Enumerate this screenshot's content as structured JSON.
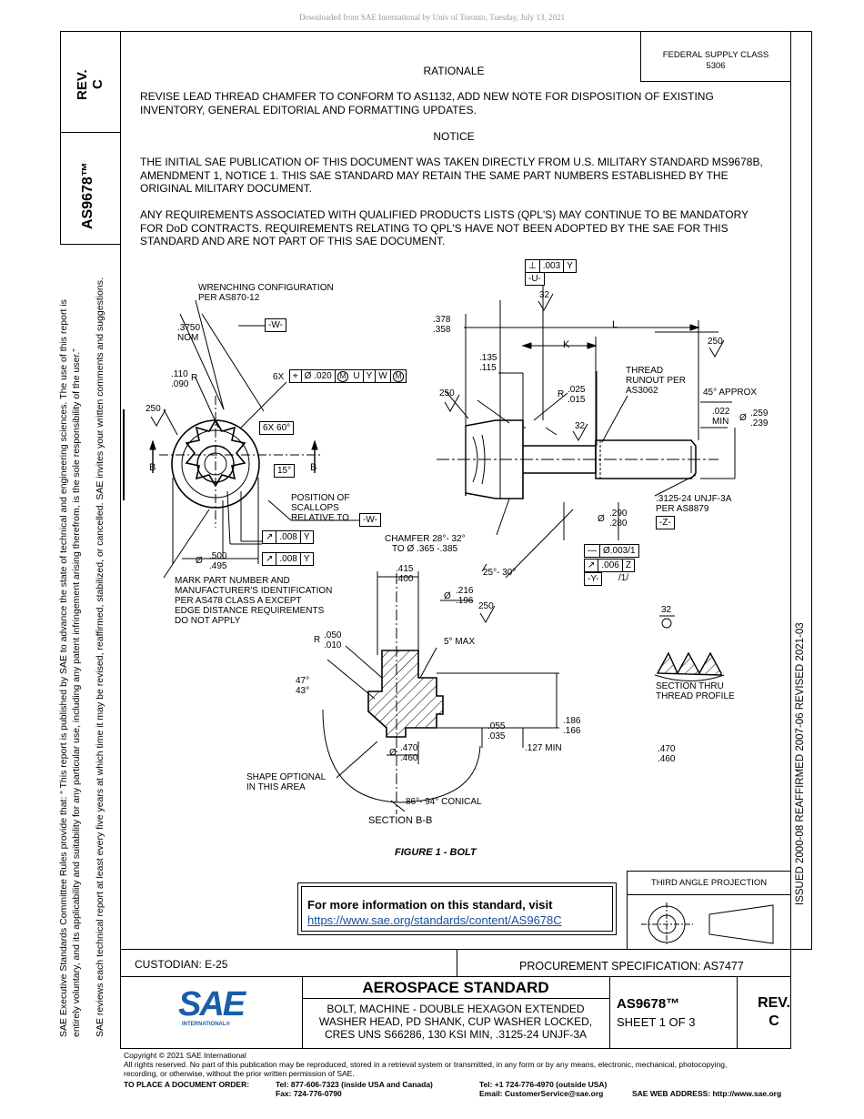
{
  "download_notice": "Downloaded from SAE International by Univ of Toronto, Tuesday, July 13, 2021",
  "side": {
    "rev_label": "REV.",
    "rev_value": "C",
    "doc_number": "AS9678™",
    "issue_dates": "ISSUED 2000-08     REAFFIRMED 2007-06     REVISED 2021-03",
    "policy_line1": "SAE Executive Standards Committee Rules provide that: “  This report is published by SAE to advance the state of technical and engineering sciences. The use of this report is",
    "policy_line2": "entirely voluntary, and its applicability and suitability for any particular use, including any patent infringement arising therefrom, is the sole responsibility of the user.”",
    "policy_line3": "SAE reviews each technical report at least every five years at which time it may be revised, reaffirmed, stabilized, or cancelled. SAE invites your written comments and suggestions."
  },
  "header": {
    "federal_supply_class": "FEDERAL SUPPLY CLASS",
    "fsc_number": "5306"
  },
  "body": {
    "rationale_title": "RATIONALE",
    "rationale_text": "REVISE LEAD THREAD CHAMFER TO CONFORM TO AS1132, ADD NEW NOTE FOR DISPOSITION OF EXISTING INVENTORY, GENERAL EDITORIAL AND FORMATTING UPDATES.",
    "notice_title": "NOTICE",
    "notice_text1": "THE INITIAL SAE PUBLICATION OF THIS DOCUMENT WAS TAKEN DIRECTLY FROM U.S. MILITARY STANDARD MS9678B, AMENDMENT 1, NOTICE 1. THIS SAE STANDARD MAY RETAIN THE SAME PART NUMBERS ESTABLISHED BY THE ORIGINAL MILITARY DOCUMENT.",
    "notice_text2": "ANY REQUIREMENTS ASSOCIATED WITH QUALIFIED PRODUCTS LISTS (QPL'S) MAY CONTINUE TO BE MANDATORY FOR DoD CONTRACTS. REQUIREMENTS RELATING TO QPL'S HAVE NOT BEEN ADOPTED BY THE SAE FOR THIS STANDARD AND ARE NOT PART OF THIS SAE DOCUMENT."
  },
  "drawing": {
    "wrenching": "WRENCHING CONFIGURATION",
    "wrenching_ref": "PER AS870-12",
    "d3750": ".3750",
    "nom": "NOM",
    "datum_w": "-W-",
    "r110": ".110",
    "r090": ".090",
    "r_label": "R",
    "six_x": "6X",
    "pos_tol": "Ø .020",
    "m1": "M",
    "u": "U",
    "y": "Y",
    "w": "W",
    "m2": "M",
    "s250a": "250",
    "six_x_60": "6X 60°",
    "b_left": "B",
    "b_right": "B",
    "fifteen": "15°",
    "position_of": "POSITION OF",
    "scallops": "SCALLOPS",
    "relative_to": "RELATIVE TO",
    "datum_w2": "-W-",
    "runout_008a": ".008",
    "y_a": "Y",
    "dia_sym": "Ø",
    "d500": ".500",
    "d495": ".495",
    "runout_008b": ".008",
    "y_b": "Y",
    "mark1": "MARK PART NUMBER AND",
    "mark2": "MANUFACTURER'S IDENTIFICATION",
    "mark3": "PER AS478 CLASS A EXCEPT",
    "mark4": "EDGE DISTANCE REQUIREMENTS",
    "mark5": "DO NOT APPLY",
    "perp_003": ".003",
    "perp_y": "Y",
    "datum_u": "-U-",
    "s32a": "32",
    "d378": ".378",
    "d358": ".358",
    "L": "L",
    "K": "K",
    "d135": ".135",
    "d115": ".115",
    "s250b": "250",
    "r_label2": "R",
    "d025": ".025",
    "d015": ".015",
    "thread_runout1": "THREAD",
    "thread_runout2": "RUNOUT PER",
    "thread_runout3": "AS3062",
    "s250c": "250",
    "approx45": "45° APPROX",
    "d022": ".022",
    "min": "MIN",
    "dia2": "Ø",
    "d259": ".259",
    "d239": ".239",
    "s32b": "32",
    "thread_spec": ".3125-24 UNJF-3A",
    "thread_per": "PER AS8879",
    "datum_z": "-Z-",
    "dia3": "Ø",
    "d290": ".290",
    "d280": ".280",
    "chamfer1": "CHAMFER 28°- 32°",
    "chamfer2": "TO Ø .365 -.385",
    "flat_003": "Ø.003/1",
    "runout_006": ".006",
    "z": "Z",
    "datum_y": "-Y-",
    "slash1": "/1/",
    "d415": ".415",
    "d400": ".400",
    "angle2530": "25°- 30°",
    "dia4": "Ø",
    "d216": ".216",
    "d196": ".196",
    "s250d": "250",
    "r_label3": "R",
    "d050": ".050",
    "d010": ".010",
    "max5": "5° MAX",
    "a47": "47°",
    "a43": "43°",
    "d186": ".186",
    "d166": ".166",
    "d055": ".055",
    "d035": ".035",
    "dia5": "Ø",
    "d470a": ".470",
    "d460a": ".460",
    "d127": ".127 MIN",
    "shape1": "SHAPE OPTIONAL",
    "shape2": "IN THIS AREA",
    "conical": "86°- 94° CONICAL",
    "section_bb": "SECTION B-B",
    "s32c": "32",
    "section_thru1": "SECTION THRU",
    "section_thru2": "THREAD PROFILE",
    "d470b": ".470",
    "d460b": ".460",
    "figure_caption": "FIGURE 1 - BOLT"
  },
  "info_box": {
    "text": "For more information on this standard, visit",
    "link": "https://www.sae.org/standards/content/AS9678C"
  },
  "projection": {
    "title": "THIRD ANGLE PROJECTION"
  },
  "title_block": {
    "custodian": "CUSTODIAN: E-25",
    "procurement": "PROCUREMENT SPECIFICATION: AS7477",
    "logo_text": "SAE",
    "logo_sub": "INTERNATIONAL®",
    "aerospace": "AEROSPACE STANDARD",
    "desc1": "BOLT, MACHINE - DOUBLE HEXAGON EXTENDED",
    "desc2": "WASHER HEAD, PD SHANK, CUP WASHER LOCKED,",
    "desc3": "CRES UNS S66286, 130 KSI MIN, .3125-24 UNJF-3A",
    "doc": "AS9678™",
    "sheet": "SHEET 1 OF 3",
    "rev_label": "REV.",
    "rev_value": "C"
  },
  "footer": {
    "copyright": "Copyright © 2021 SAE International",
    "rights1": "All rights reserved. No part of this publication may be reproduced, stored in a retrieval system or transmitted, in any form or by any means, electronic, mechanical, photocopying,",
    "rights2": "recording, or otherwise, without the prior written permission of SAE.",
    "order_label": "TO PLACE A DOCUMENT ORDER:",
    "tel_usa": "Tel: 877-606-7323 (inside USA and Canada)",
    "fax": "Fax: 724-776-0790",
    "tel_out": "Tel: +1 724-776-4970 (outside USA)",
    "email": "Email: CustomerService@sae.org",
    "web": "SAE WEB ADDRESS: http://www.sae.org"
  },
  "colors": {
    "logo_blue": "#1a5ea8",
    "link_blue": "#1a4fa0"
  }
}
